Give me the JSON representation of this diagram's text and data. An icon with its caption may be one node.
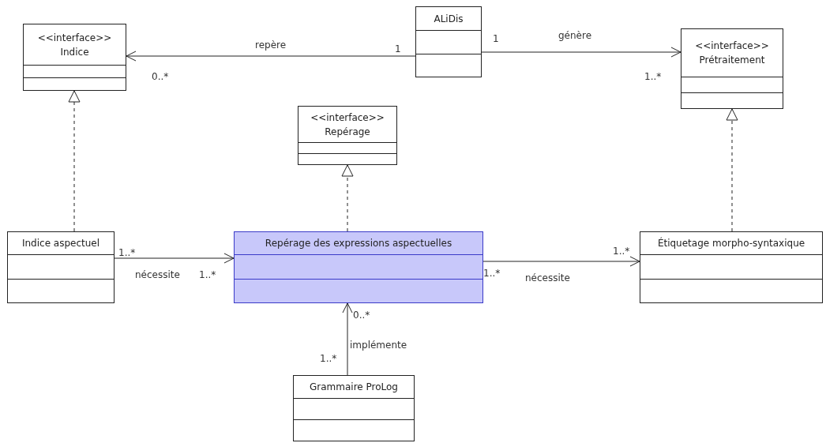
{
  "diagram": {
    "nodes": [
      {
        "text": [
          "<<interface>>",
          "Indice"
        ]
      },
      {
        "text": [
          "ALiDis"
        ]
      },
      {
        "text": [
          "<<interface>>",
          "Prétraitement"
        ]
      },
      {
        "text": [
          "<<interface>>",
          "Repérage"
        ]
      },
      {
        "text": [
          "Indice aspectuel"
        ]
      },
      {
        "text": [
          "Repérage des expressions aspectuelles"
        ]
      },
      {
        "text": [
          "Étiquetage morpho-syntaxique"
        ]
      },
      {
        "text": [
          "Grammaire ProLog"
        ]
      }
    ],
    "edges": [
      {
        "from": 1,
        "to": 0,
        "arrow": "to",
        "label": "repère"
      },
      {
        "from": 1,
        "to": 2,
        "arrow": "to",
        "label": "génère"
      },
      {
        "from": 4,
        "to": 0,
        "arrow": "to",
        "style": "dashed"
      },
      {
        "from": 5,
        "to": 3,
        "arrow": "to",
        "style": "dashed"
      },
      {
        "from": 6,
        "to": 2,
        "arrow": "to",
        "style": "dashed"
      },
      {
        "from": 4,
        "to": 5,
        "arrow": "to",
        "label": "nécessite"
      },
      {
        "from": 5,
        "to": 6,
        "arrow": "to",
        "label": "nécessite"
      },
      {
        "from": 7,
        "to": 5,
        "arrow": "to",
        "label": "implémente"
      }
    ],
    "labels": [
      "1",
      "1",
      "0..*",
      "1..*",
      "1..*",
      "1..*",
      "1..*",
      "1..*",
      "0..*",
      "1..*"
    ]
  }
}
